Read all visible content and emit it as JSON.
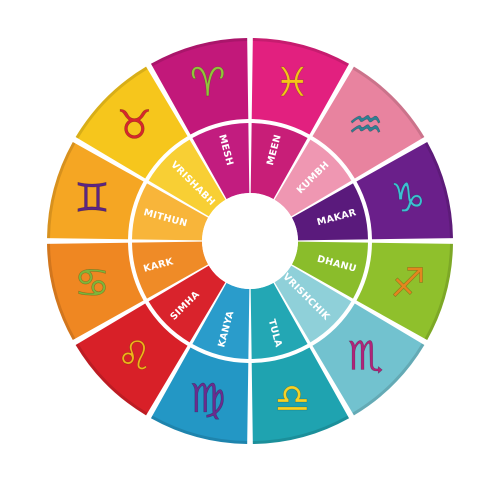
{
  "wheel": {
    "background": "#ffffff",
    "gap_color": "#ffffff",
    "signs": [
      {
        "label": "MEEN",
        "icon": "pisces-fish-icon",
        "glyph": "♓",
        "outer": "#e2207f",
        "inner": "#c81e78",
        "text": "#ffffff",
        "icon_color": "#f6c21a"
      },
      {
        "label": "KUMBH",
        "icon": "aquarius-waterbearer-icon",
        "glyph": "♒",
        "outer": "#e8839f",
        "inner": "#ef97b2",
        "text": "#ffffff",
        "icon_color": "#2f7f93"
      },
      {
        "label": "MAKAR",
        "icon": "capricorn-goat-icon",
        "glyph": "♑",
        "outer": "#6a1f8a",
        "inner": "#5a1a7c",
        "text": "#ffffff",
        "icon_color": "#3dbfd2"
      },
      {
        "label": "DHANU",
        "icon": "sagittarius-archer-icon",
        "glyph": "♐",
        "outer": "#8fc02c",
        "inner": "#8abd2b",
        "text": "#ffffff",
        "icon_color": "#e3871f"
      },
      {
        "label": "VRISHCHIK",
        "icon": "scorpio-scorpion-icon",
        "glyph": "♏",
        "outer": "#72c2cf",
        "inner": "#8fd0d9",
        "text": "#ffffff",
        "icon_color": "#b0247a"
      },
      {
        "label": "TULA",
        "icon": "libra-scales-icon",
        "glyph": "♎",
        "outer": "#1fa3b0",
        "inner": "#23a7b4",
        "text": "#ffffff",
        "icon_color": "#f4d228"
      },
      {
        "label": "KANYA",
        "icon": "virgo-maiden-icon",
        "glyph": "♍",
        "outer": "#2397c5",
        "inner": "#2a9ccb",
        "text": "#ffffff",
        "icon_color": "#6a2c8e"
      },
      {
        "label": "SIMHA",
        "icon": "leo-lion-icon",
        "glyph": "♌",
        "outer": "#d82028",
        "inner": "#d9232c",
        "text": "#ffffff",
        "icon_color": "#f2b21b"
      },
      {
        "label": "KARK",
        "icon": "cancer-crab-icon",
        "glyph": "♋",
        "outer": "#ef8722",
        "inner": "#ef8b27",
        "text": "#ffffff",
        "icon_color": "#7fb53a"
      },
      {
        "label": "MITHUN",
        "icon": "gemini-twins-icon",
        "glyph": "♊",
        "outer": "#f5a623",
        "inner": "#f8b53a",
        "text": "#ffffff",
        "icon_color": "#5c2583"
      },
      {
        "label": "VRISHABH",
        "icon": "taurus-bull-icon",
        "glyph": "♉",
        "outer": "#f6c61c",
        "inner": "#f8cf34",
        "text": "#ffffff",
        "icon_color": "#d7262c"
      },
      {
        "label": "MESH",
        "icon": "aries-ram-icon",
        "glyph": "♈",
        "outer": "#c2187a",
        "inner": "#c21c7f",
        "text": "#ffffff",
        "icon_color": "#93c23b"
      }
    ]
  }
}
